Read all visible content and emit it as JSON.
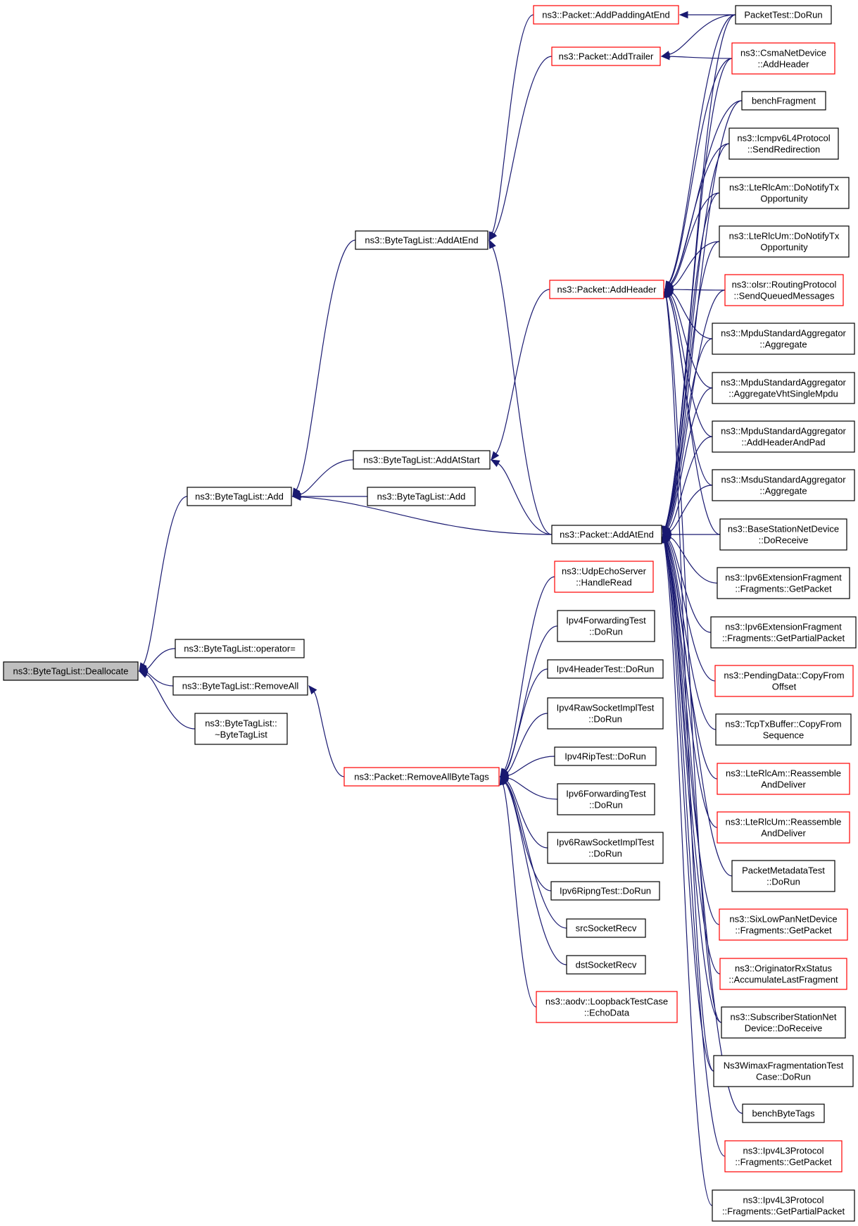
{
  "diagram": {
    "nodes": [
      {
        "id": "dealloc",
        "lines": [
          "ns3::ByteTagList::Deallocate"
        ],
        "root": true
      },
      {
        "id": "btl_add",
        "lines": [
          "ns3::ByteTagList::Add"
        ]
      },
      {
        "id": "btl_operator",
        "lines": [
          "ns3::ByteTagList::operator="
        ]
      },
      {
        "id": "btl_removeall",
        "lines": [
          "ns3::ByteTagList::RemoveAll"
        ]
      },
      {
        "id": "btl_dtor",
        "lines": [
          "ns3::ByteTagList::",
          "~ByteTagList"
        ]
      },
      {
        "id": "btl_addatend",
        "lines": [
          "ns3::ByteTagList::AddAtEnd"
        ]
      },
      {
        "id": "btl_addatstart",
        "lines": [
          "ns3::ByteTagList::AddAtStart"
        ]
      },
      {
        "id": "btl_add2",
        "lines": [
          "ns3::ByteTagList::Add"
        ]
      },
      {
        "id": "pkt_addpadding",
        "lines": [
          "ns3::Packet::AddPaddingAtEnd"
        ],
        "red": true
      },
      {
        "id": "pkt_addtrailer",
        "lines": [
          "ns3::Packet::AddTrailer"
        ],
        "red": true
      },
      {
        "id": "pkt_addheader",
        "lines": [
          "ns3::Packet::AddHeader"
        ],
        "red": true
      },
      {
        "id": "pkt_addatend",
        "lines": [
          "ns3::Packet::AddAtEnd"
        ]
      },
      {
        "id": "pkt_removeallbytetags",
        "lines": [
          "ns3::Packet::RemoveAllByteTags"
        ],
        "red": true
      },
      {
        "id": "udpecho",
        "lines": [
          "ns3::UdpEchoServer",
          "::HandleRead"
        ],
        "red": true
      },
      {
        "id": "ipv4fwd",
        "lines": [
          "Ipv4ForwardingTest",
          "::DoRun"
        ]
      },
      {
        "id": "ipv4hdr",
        "lines": [
          "Ipv4HeaderTest::DoRun"
        ]
      },
      {
        "id": "ipv4raw",
        "lines": [
          "Ipv4RawSocketImplTest",
          "::DoRun"
        ]
      },
      {
        "id": "ipv4rip",
        "lines": [
          "Ipv4RipTest::DoRun"
        ]
      },
      {
        "id": "ipv6fwd",
        "lines": [
          "Ipv6ForwardingTest",
          "::DoRun"
        ]
      },
      {
        "id": "ipv6raw",
        "lines": [
          "Ipv6RawSocketImplTest",
          "::DoRun"
        ]
      },
      {
        "id": "ipv6ripng",
        "lines": [
          "Ipv6RipngTest::DoRun"
        ]
      },
      {
        "id": "srcsock",
        "lines": [
          "srcSocketRecv"
        ]
      },
      {
        "id": "dstsock",
        "lines": [
          "dstSocketRecv"
        ]
      },
      {
        "id": "aodvloop",
        "lines": [
          "ns3::aodv::LoopbackTestCase",
          "::EchoData"
        ],
        "red": true
      },
      {
        "id": "pkttest",
        "lines": [
          "PacketTest::DoRun"
        ]
      },
      {
        "id": "csma",
        "lines": [
          "ns3::CsmaNetDevice",
          "::AddHeader"
        ],
        "red": true
      },
      {
        "id": "benchfrag",
        "lines": [
          "benchFragment"
        ]
      },
      {
        "id": "icmpv6",
        "lines": [
          "ns3::Icmpv6L4Protocol",
          "::SendRedirection"
        ]
      },
      {
        "id": "lterlcam_tx",
        "lines": [
          "ns3::LteRlcAm::DoNotifyTx",
          "Opportunity"
        ]
      },
      {
        "id": "lterlcum_tx",
        "lines": [
          "ns3::LteRlcUm::DoNotifyTx",
          "Opportunity"
        ]
      },
      {
        "id": "olsr",
        "lines": [
          "ns3::olsr::RoutingProtocol",
          "::SendQueuedMessages"
        ],
        "red": true
      },
      {
        "id": "mpdu_agg",
        "lines": [
          "ns3::MpduStandardAggregator",
          "::Aggregate"
        ]
      },
      {
        "id": "mpdu_vht",
        "lines": [
          "ns3::MpduStandardAggregator",
          "::AggregateVhtSingleMpdu"
        ]
      },
      {
        "id": "mpdu_pad",
        "lines": [
          "ns3::MpduStandardAggregator",
          "::AddHeaderAndPad"
        ]
      },
      {
        "id": "msdu_agg",
        "lines": [
          "ns3::MsduStandardAggregator",
          "::Aggregate"
        ]
      },
      {
        "id": "basestation",
        "lines": [
          "ns3::BaseStationNetDevice",
          "::DoReceive"
        ]
      },
      {
        "id": "ipv6ext_get",
        "lines": [
          "ns3::Ipv6ExtensionFragment",
          "::Fragments::GetPacket"
        ]
      },
      {
        "id": "ipv6ext_partial",
        "lines": [
          "ns3::Ipv6ExtensionFragment",
          "::Fragments::GetPartialPacket"
        ]
      },
      {
        "id": "pendingdata",
        "lines": [
          "ns3::PendingData::CopyFrom",
          "Offset"
        ],
        "red": true
      },
      {
        "id": "tcptxbuf",
        "lines": [
          "ns3::TcpTxBuffer::CopyFrom",
          "Sequence"
        ]
      },
      {
        "id": "lterlcam_rea",
        "lines": [
          "ns3::LteRlcAm::Reassemble",
          "AndDeliver"
        ],
        "red": true
      },
      {
        "id": "lterlcum_rea",
        "lines": [
          "ns3::LteRlcUm::Reassemble",
          "AndDeliver"
        ],
        "red": true
      },
      {
        "id": "pktmeta",
        "lines": [
          "PacketMetadataTest",
          "::DoRun"
        ]
      },
      {
        "id": "sixlowpan",
        "lines": [
          "ns3::SixLowPanNetDevice",
          "::Fragments::GetPacket"
        ],
        "red": true
      },
      {
        "id": "originator",
        "lines": [
          "ns3::OriginatorRxStatus",
          "::AccumulateLastFragment"
        ],
        "red": true
      },
      {
        "id": "subscriber",
        "lines": [
          "ns3::SubscriberStationNet",
          "Device::DoReceive"
        ]
      },
      {
        "id": "wimaxfrag",
        "lines": [
          "Ns3WimaxFragmentationTest",
          "Case::DoRun"
        ]
      },
      {
        "id": "benchbyte",
        "lines": [
          "benchByteTags"
        ]
      },
      {
        "id": "ipv4l3_get",
        "lines": [
          "ns3::Ipv4L3Protocol",
          "::Fragments::GetPacket"
        ],
        "red": true
      },
      {
        "id": "ipv4l3_partial",
        "lines": [
          "ns3::Ipv4L3Protocol",
          "::Fragments::GetPartialPacket"
        ]
      }
    ],
    "edges": [
      {
        "from": "btl_add",
        "to": "dealloc"
      },
      {
        "from": "btl_operator",
        "to": "dealloc"
      },
      {
        "from": "btl_removeall",
        "to": "dealloc"
      },
      {
        "from": "btl_dtor",
        "to": "dealloc"
      },
      {
        "from": "btl_addatend",
        "to": "btl_add"
      },
      {
        "from": "btl_addatstart",
        "to": "btl_add"
      },
      {
        "from": "btl_add2",
        "to": "btl_add"
      },
      {
        "from": "pkt_addatend",
        "to": "btl_add"
      },
      {
        "from": "pkt_addpadding",
        "to": "btl_addatend"
      },
      {
        "from": "pkt_addtrailer",
        "to": "btl_addatend"
      },
      {
        "from": "pkt_addatend",
        "to": "btl_addatend"
      },
      {
        "from": "pkt_addheader",
        "to": "btl_addatstart"
      },
      {
        "from": "pkt_addatend",
        "to": "btl_addatstart"
      },
      {
        "from": "pkt_removeallbytetags",
        "to": "btl_removeall"
      },
      {
        "from": "pkttest",
        "to": "pkt_addpadding"
      },
      {
        "from": "pkttest",
        "to": "pkt_addtrailer"
      },
      {
        "from": "csma",
        "to": "pkt_addtrailer"
      },
      {
        "from": "pkttest",
        "to": "pkt_addheader"
      },
      {
        "from": "csma",
        "to": "pkt_addheader"
      },
      {
        "from": "benchfrag",
        "to": "pkt_addheader"
      },
      {
        "from": "icmpv6",
        "to": "pkt_addheader"
      },
      {
        "from": "lterlcam_tx",
        "to": "pkt_addheader"
      },
      {
        "from": "lterlcum_tx",
        "to": "pkt_addheader"
      },
      {
        "from": "olsr",
        "to": "pkt_addheader"
      },
      {
        "from": "mpdu_agg",
        "to": "pkt_addheader"
      },
      {
        "from": "mpdu_vht",
        "to": "pkt_addheader"
      },
      {
        "from": "mpdu_pad",
        "to": "pkt_addheader"
      },
      {
        "from": "msdu_agg",
        "to": "pkt_addheader"
      },
      {
        "from": "basestation",
        "to": "pkt_addheader"
      },
      {
        "from": "subscriber",
        "to": "pkt_addheader"
      },
      {
        "from": "wimaxfrag",
        "to": "pkt_addheader"
      },
      {
        "from": "pkttest",
        "to": "pkt_addatend"
      },
      {
        "from": "csma",
        "to": "pkt_addatend"
      },
      {
        "from": "benchfrag",
        "to": "pkt_addatend"
      },
      {
        "from": "icmpv6",
        "to": "pkt_addatend"
      },
      {
        "from": "lterlcam_tx",
        "to": "pkt_addatend"
      },
      {
        "from": "lterlcum_tx",
        "to": "pkt_addatend"
      },
      {
        "from": "olsr",
        "to": "pkt_addatend"
      },
      {
        "from": "mpdu_agg",
        "to": "pkt_addatend"
      },
      {
        "from": "mpdu_vht",
        "to": "pkt_addatend"
      },
      {
        "from": "mpdu_pad",
        "to": "pkt_addatend"
      },
      {
        "from": "msdu_agg",
        "to": "pkt_addatend"
      },
      {
        "from": "basestation",
        "to": "pkt_addatend"
      },
      {
        "from": "ipv6ext_get",
        "to": "pkt_addatend"
      },
      {
        "from": "ipv6ext_partial",
        "to": "pkt_addatend"
      },
      {
        "from": "pendingdata",
        "to": "pkt_addatend"
      },
      {
        "from": "tcptxbuf",
        "to": "pkt_addatend"
      },
      {
        "from": "lterlcam_rea",
        "to": "pkt_addatend"
      },
      {
        "from": "lterlcum_rea",
        "to": "pkt_addatend"
      },
      {
        "from": "pktmeta",
        "to": "pkt_addatend"
      },
      {
        "from": "sixlowpan",
        "to": "pkt_addatend"
      },
      {
        "from": "originator",
        "to": "pkt_addatend"
      },
      {
        "from": "subscriber",
        "to": "pkt_addatend"
      },
      {
        "from": "wimaxfrag",
        "to": "pkt_addatend"
      },
      {
        "from": "benchbyte",
        "to": "pkt_addatend"
      },
      {
        "from": "ipv4l3_get",
        "to": "pkt_addatend"
      },
      {
        "from": "ipv4l3_partial",
        "to": "pkt_addatend"
      },
      {
        "from": "udpecho",
        "to": "pkt_removeallbytetags"
      },
      {
        "from": "ipv4fwd",
        "to": "pkt_removeallbytetags"
      },
      {
        "from": "ipv4hdr",
        "to": "pkt_removeallbytetags"
      },
      {
        "from": "ipv4raw",
        "to": "pkt_removeallbytetags"
      },
      {
        "from": "ipv4rip",
        "to": "pkt_removeallbytetags"
      },
      {
        "from": "ipv6fwd",
        "to": "pkt_removeallbytetags"
      },
      {
        "from": "ipv6raw",
        "to": "pkt_removeallbytetags"
      },
      {
        "from": "ipv6ripng",
        "to": "pkt_removeallbytetags"
      },
      {
        "from": "srcsock",
        "to": "pkt_removeallbytetags"
      },
      {
        "from": "dstsock",
        "to": "pkt_removeallbytetags"
      },
      {
        "from": "aodvloop",
        "to": "pkt_removeallbytetags"
      }
    ],
    "colors": {
      "edge": "#191970",
      "node_border": "#000000",
      "truncated_border": "#ff0000",
      "root_fill": "#bfbfbf"
    }
  }
}
